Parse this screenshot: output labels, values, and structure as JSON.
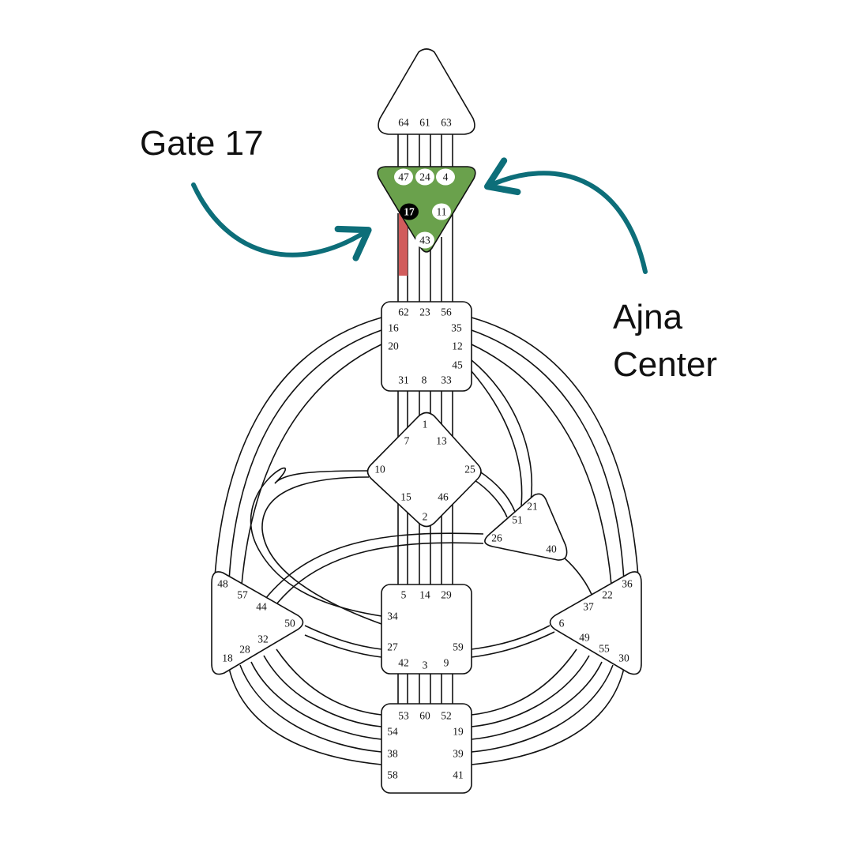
{
  "callouts": {
    "gate": "Gate 17",
    "ajna_line1": "Ajna",
    "ajna_line2": "Center"
  },
  "colors": {
    "ajna_fill": "#6aa14c",
    "arrow": "#0d6e79",
    "activated_gate": "#000000",
    "activated_channel": "#d15c5c",
    "outline": "#111111"
  },
  "bodygraph": {
    "head": {
      "gates": [
        "64",
        "61",
        "63"
      ]
    },
    "ajna": {
      "gates": [
        "47",
        "24",
        "4",
        "17",
        "11",
        "43"
      ],
      "defined": true,
      "activated_gate": "17"
    },
    "throat": {
      "gates": [
        "62",
        "23",
        "56",
        "16",
        "35",
        "20",
        "12",
        "45",
        "31",
        "8",
        "33"
      ]
    },
    "g": {
      "gates": [
        "1",
        "7",
        "13",
        "10",
        "25",
        "15",
        "46",
        "2"
      ]
    },
    "heart": {
      "gates": [
        "21",
        "51",
        "26",
        "40"
      ]
    },
    "spleen": {
      "gates": [
        "48",
        "57",
        "44",
        "50",
        "32",
        "28",
        "18"
      ]
    },
    "sacral": {
      "gates": [
        "5",
        "14",
        "29",
        "34",
        "27",
        "59",
        "42",
        "3",
        "9"
      ]
    },
    "solar_plexus": {
      "gates": [
        "36",
        "22",
        "37",
        "6",
        "49",
        "55",
        "30"
      ]
    },
    "root": {
      "gates": [
        "53",
        "60",
        "52",
        "54",
        "19",
        "38",
        "39",
        "58",
        "41"
      ]
    }
  }
}
